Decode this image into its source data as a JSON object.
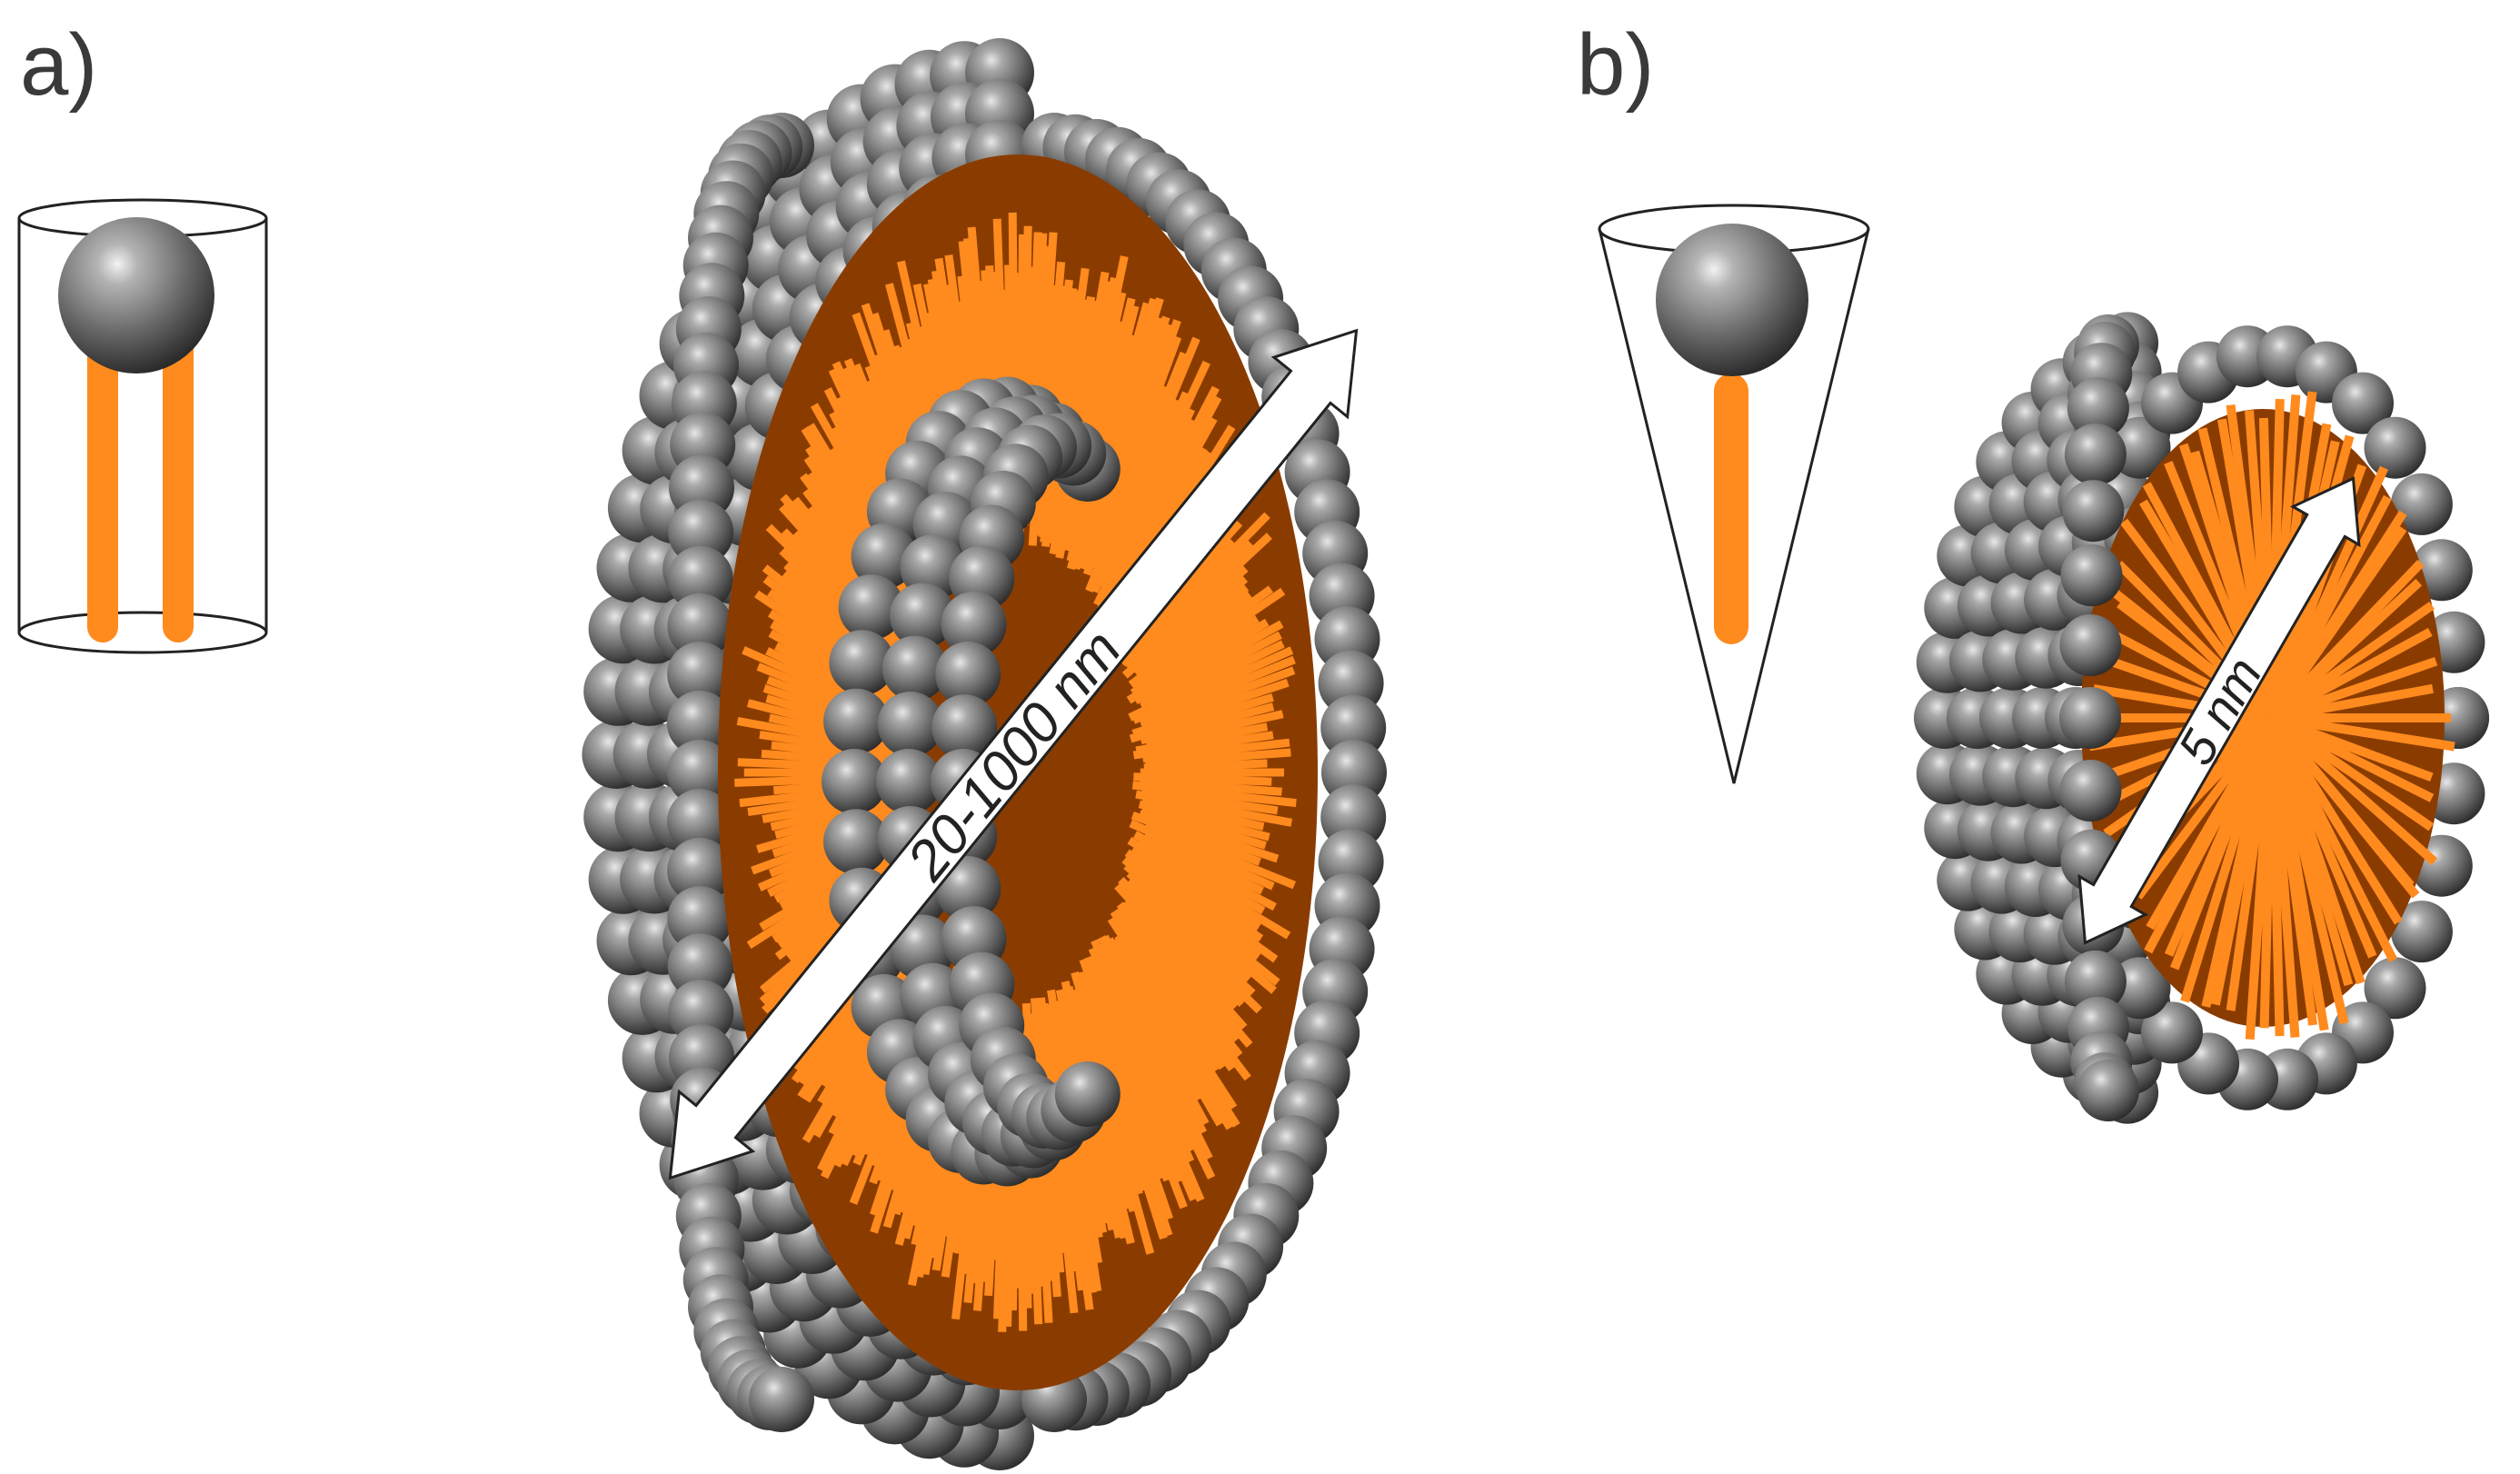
{
  "panels": {
    "a": {
      "label": "a)",
      "dimension": "20-1000 nm"
    },
    "b": {
      "label": "b)",
      "dimension": "5 nm"
    }
  },
  "colors": {
    "headgroup": "#7d7d7d",
    "tail": "#ff8a1e",
    "outline": "#222222",
    "arrow_fill": "#ffffff"
  }
}
